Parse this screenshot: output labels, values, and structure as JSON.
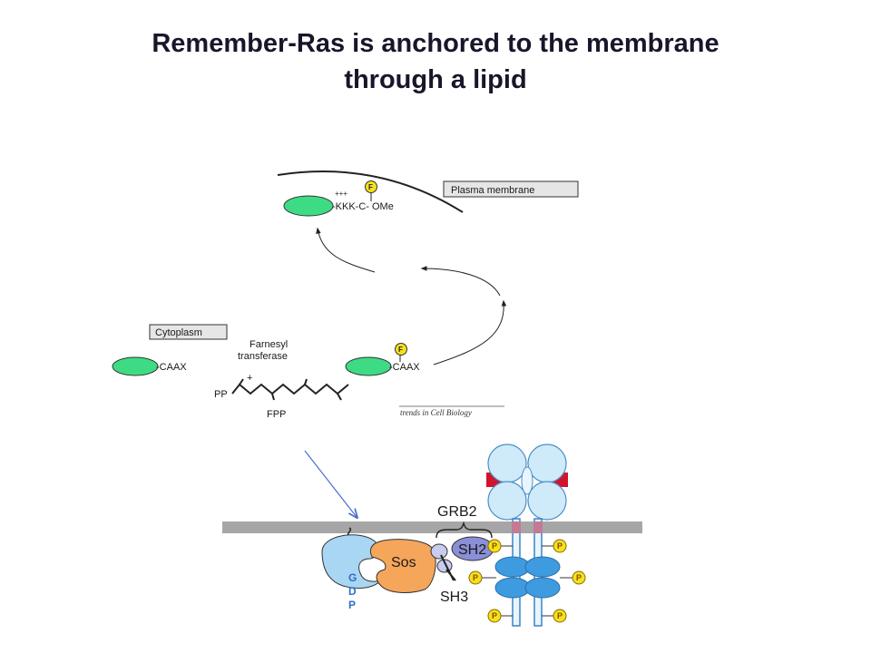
{
  "title": {
    "line1": "Remember-Ras is anchored to the membrane",
    "line2": "through a lipid"
  },
  "top_diagram": {
    "plasma_membrane_label": "Plasma membrane",
    "cytoplasm_label": "Cytoplasm",
    "membrane_charges": "+++",
    "membrane_sequence": "-KKK-C- OMe",
    "farnesyl_badge": "F",
    "enzyme_line1": "Farnesyl",
    "enzyme_line2": "transferase",
    "plus_sign": "+",
    "pp_label": "PP",
    "fpp_label": "FPP",
    "caax_unmodified": "-CAAX",
    "caax_modified": "-CAAX",
    "source_credit": "trends in Cell Biology",
    "colors": {
      "protein": "#3ddc84",
      "farnesyl": "#f5e11a"
    }
  },
  "bottom_diagram": {
    "grb2_label": "GRB2",
    "sh2_label": "SH2",
    "sh3_label": "SH3",
    "sos_label": "Sos",
    "gdp_letters": [
      "G",
      "D",
      "P"
    ],
    "phospho_label": "P",
    "colors": {
      "membrane": "#a6a6a6",
      "ras": "#a9d6f2",
      "sos": "#f5a65b",
      "sh2": "#8a8fd6",
      "receptor": "#3f9be0",
      "phospho": "#f5e11a",
      "ligand_clamp": "#d0142c"
    }
  }
}
